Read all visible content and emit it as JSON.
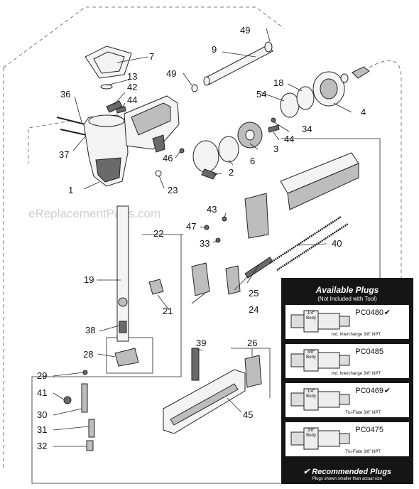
{
  "watermark": "eReplacementParts.com",
  "callouts": {
    "p1": "1",
    "p2": "2",
    "p3": "3",
    "p4": "4",
    "p6": "6",
    "p7": "7",
    "p9": "9",
    "p13": "13",
    "p18": "18",
    "p19": "19",
    "p21": "21",
    "p22": "22",
    "p23": "23",
    "p24": "24",
    "p25": "25",
    "p26": "26",
    "p28": "28",
    "p29": "29",
    "p30": "30",
    "p31": "31",
    "p32": "32",
    "p33": "33",
    "p34": "34",
    "p36": "36",
    "p37": "37",
    "p38": "38",
    "p39": "39",
    "p40": "40",
    "p41": "41",
    "p42": "42",
    "p43": "43",
    "p44a": "44",
    "p44b": "44",
    "p45": "45",
    "p46": "46",
    "p47": "47",
    "p49a": "49",
    "p49b": "49",
    "p54": "54"
  },
  "plugs": {
    "title": "Available Plugs",
    "subtitle": "(Not Included with Tool)",
    "items": [
      {
        "code": "PC0480",
        "recommended": "✔",
        "body_line1": "1/4\"",
        "body_line2": "Body",
        "desc": "Ind. Interchange 3/8\" NPT"
      },
      {
        "code": "PC0485",
        "recommended": "",
        "body_line1": "3/8\"",
        "body_line2": "Body",
        "desc": "Ind. Interchange 3/8\" NPT"
      },
      {
        "code": "PC0469",
        "recommended": "✔",
        "body_line1": "1/4\"",
        "body_line2": "Body",
        "desc": "Tru-Flate 3/8\" NPT"
      },
      {
        "code": "PC0475",
        "recommended": "",
        "body_line1": "3/8\"",
        "body_line2": "Body",
        "desc": "Tru-Flate 3/8\" NPT"
      }
    ],
    "footer": "✔ Recommended Plugs",
    "footnote": "Plugs shown smaller than actual size"
  }
}
